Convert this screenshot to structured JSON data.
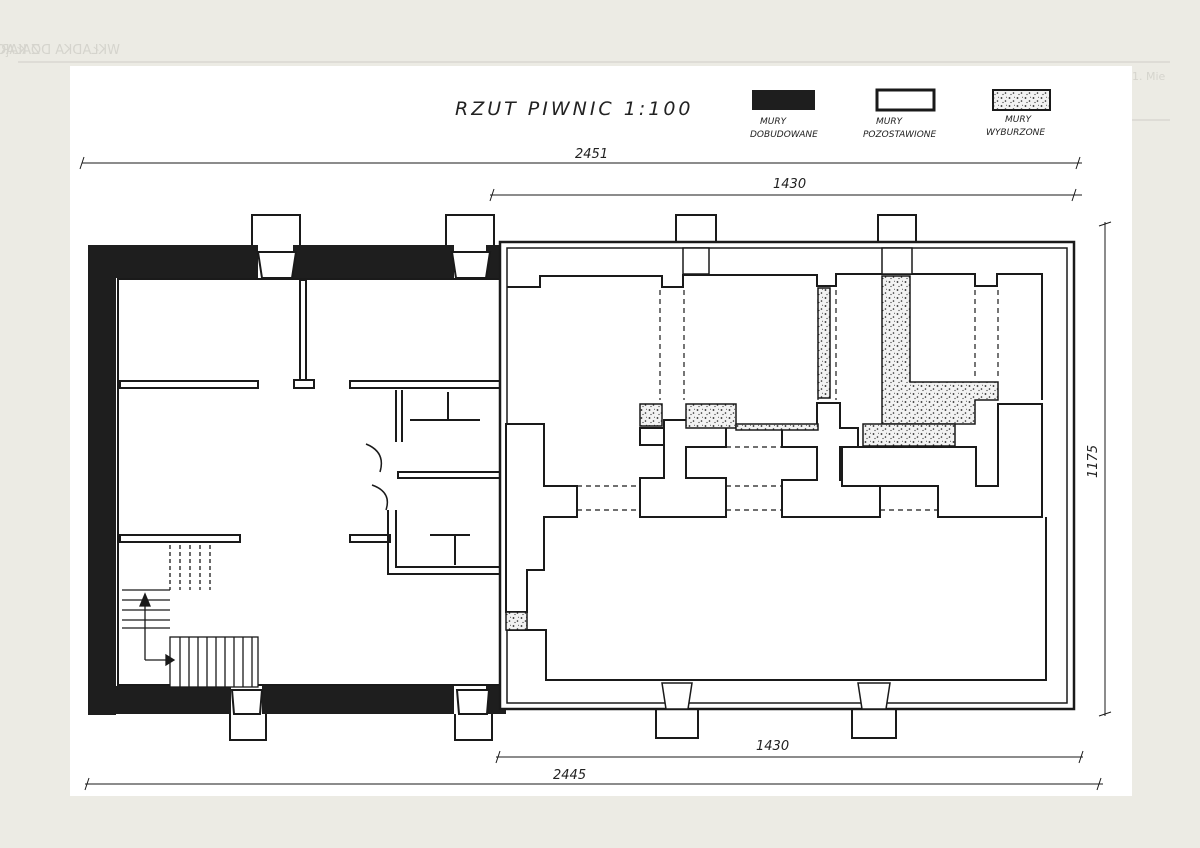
{
  "drawing": {
    "title": "RZUT PIWNIC 1:100",
    "legend": [
      {
        "label_line1": "MURY",
        "label_line2": "DOBUDOWANE",
        "fill": "solid-black"
      },
      {
        "label_line1": "MURY",
        "label_line2": "POZOSTAWIONE",
        "fill": "outline"
      },
      {
        "label_line1": "MURY",
        "label_line2": "WYBURZONE",
        "fill": "stipple"
      }
    ],
    "dimensions": {
      "top_total": "2451",
      "top_right": "1430",
      "right_side": "1175",
      "bottom_right": "1430",
      "bottom_total": "2445"
    }
  },
  "colors": {
    "paper": "#ecebe4",
    "sheet": "#ffffff",
    "ink": "#1a1a1a",
    "added_wall": "#1e1e1e",
    "bleed_text": "#c9c8c2"
  },
  "background_form_text": {
    "header_line": "WKŁADKA DO KARTY EWIDENCYJNEJ ZABYTKÓW ARCHITEKTURY I BUDOWNICTWA",
    "header_right": "ZAŁĄCZNIK NR",
    "margin_label": "1. Mie"
  }
}
